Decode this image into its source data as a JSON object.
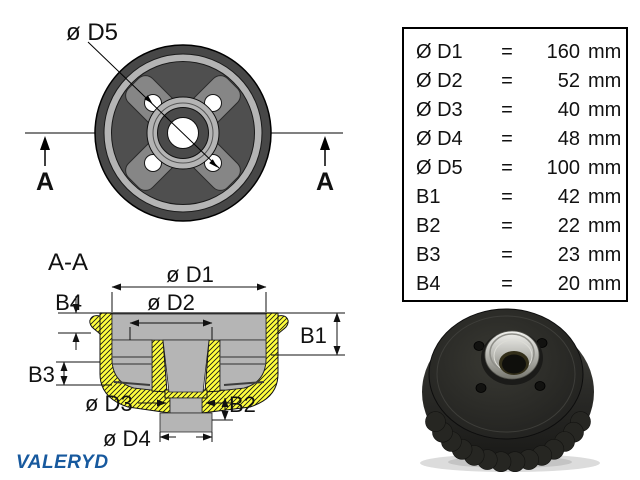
{
  "front_view": {
    "dia_label": "ø D5",
    "section_arrow_left": "A",
    "section_arrow_right": "A"
  },
  "dimension_table": {
    "rows": [
      {
        "label": "Ø D1",
        "eq": "=",
        "value": "160",
        "unit": "mm"
      },
      {
        "label": "Ø D2",
        "eq": "=",
        "value": "52",
        "unit": "mm"
      },
      {
        "label": "Ø D3",
        "eq": "=",
        "value": "40",
        "unit": "mm"
      },
      {
        "label": "Ø D4",
        "eq": "=",
        "value": "48",
        "unit": "mm"
      },
      {
        "label": "Ø D5",
        "eq": "=",
        "value": "100",
        "unit": "mm"
      },
      {
        "label": "B1",
        "eq": "=",
        "value": "42",
        "unit": "mm"
      },
      {
        "label": "B2",
        "eq": "=",
        "value": "22",
        "unit": "mm"
      },
      {
        "label": "B3",
        "eq": "=",
        "value": "23",
        "unit": "mm"
      },
      {
        "label": "B4",
        "eq": "=",
        "value": "20",
        "unit": "mm"
      }
    ]
  },
  "section_view": {
    "title": "A-A",
    "labels": {
      "d1": "ø D1",
      "d2": "ø D2",
      "d3": "ø D3",
      "d4": "ø D4",
      "b1": "B1",
      "b2": "B2",
      "b3": "B3",
      "b4": "B4"
    }
  },
  "brand": {
    "logo_text": "VALERYD",
    "logo_color": "#17599e"
  },
  "colors": {
    "section_cut_yellow": "#ffff3d",
    "metal_light_gray": "#b4b4b4",
    "drawing_dark_gray": "#4d4d4d",
    "cross_mid_gray": "#868686"
  }
}
